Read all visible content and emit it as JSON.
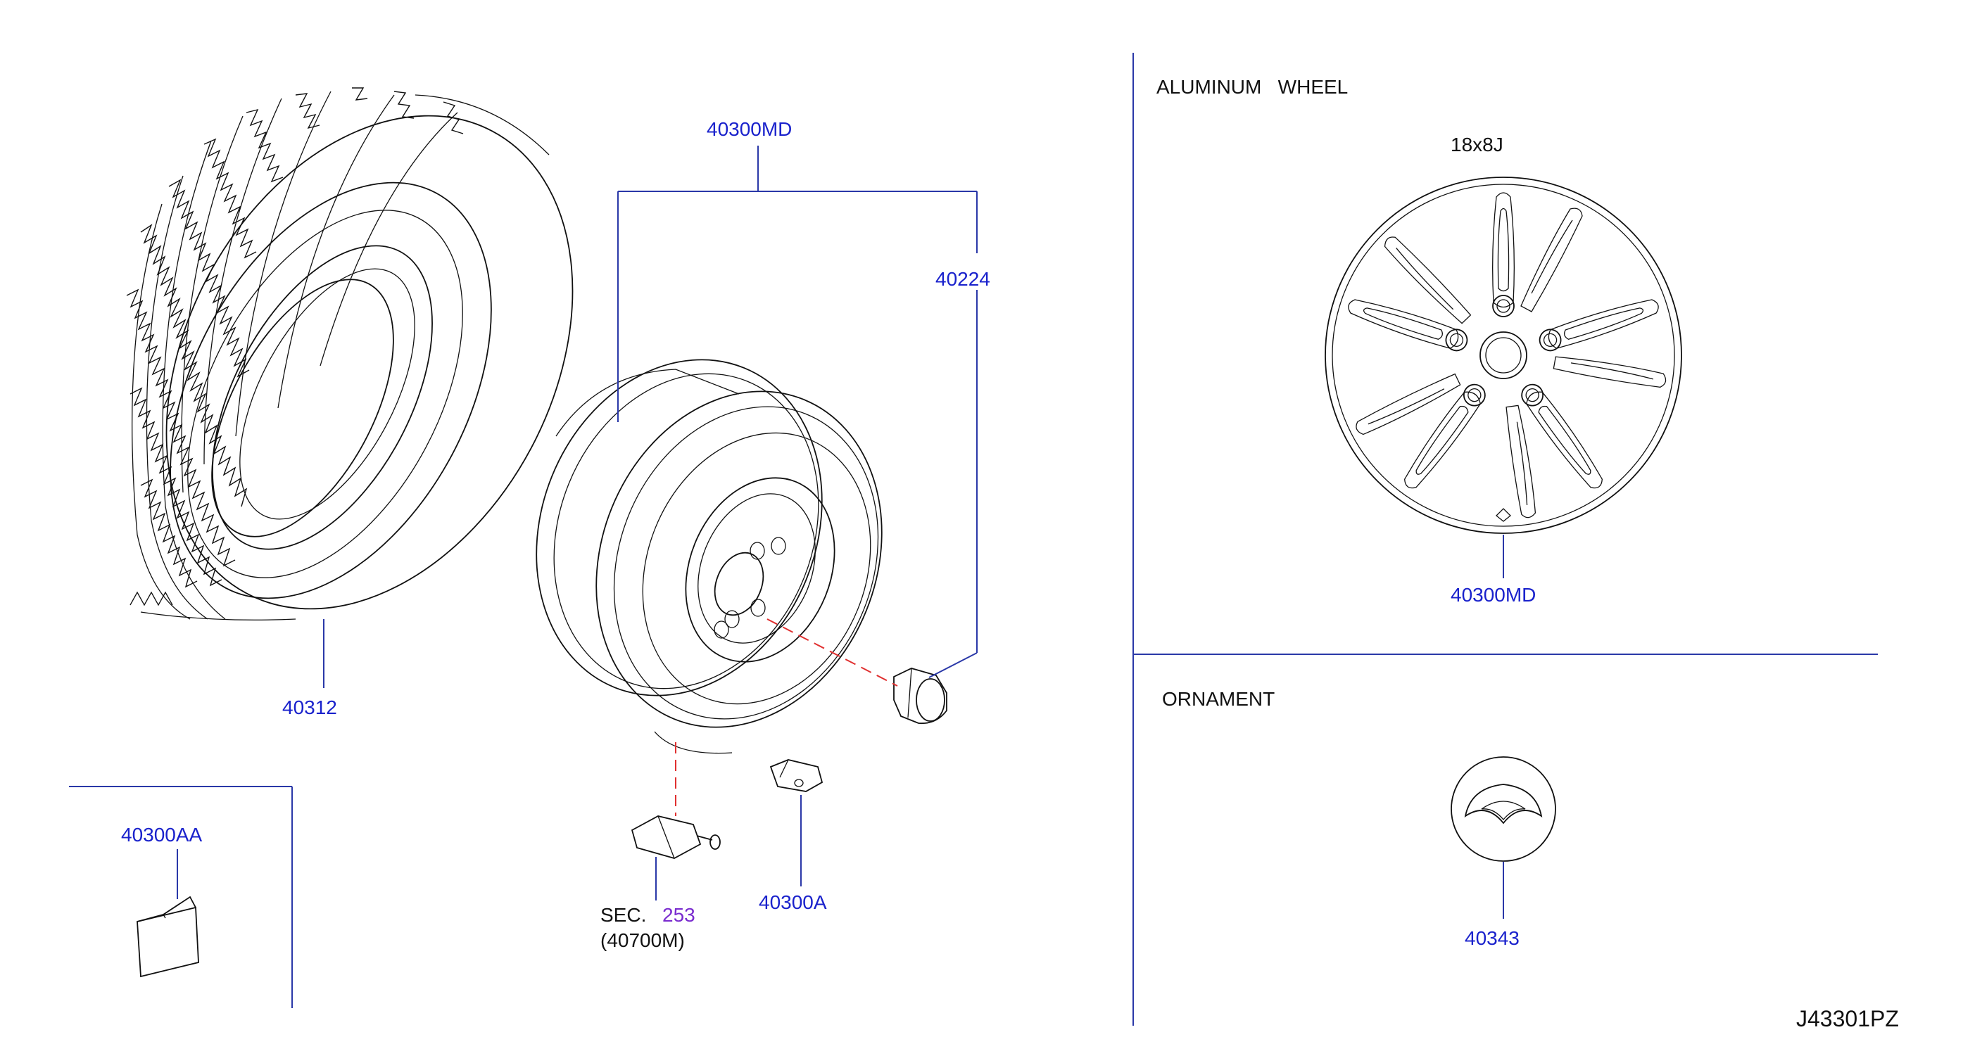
{
  "labels": {
    "top_set": "40300MD",
    "nut": "40224",
    "tire": "40312",
    "weight_aa": "40300AA",
    "sensor_sec_prefix": "SEC.",
    "sensor_sec_num": "253",
    "sensor_part": "(40700M)",
    "weight_a": "40300A",
    "aluminum_title": "ALUMINUM   WHEEL",
    "wheel_size": "18x8J",
    "alloy_wheel": "40300MD",
    "ornament_title": "ORNAMENT",
    "ornament": "40343",
    "diagram_id": "J43301PZ"
  },
  "colors": {
    "part_number": "#1a22cc",
    "text": "#111111",
    "section_ref": "#7a2ccf",
    "dashed_guide": "#e03030",
    "leader": "#2a38a8"
  }
}
